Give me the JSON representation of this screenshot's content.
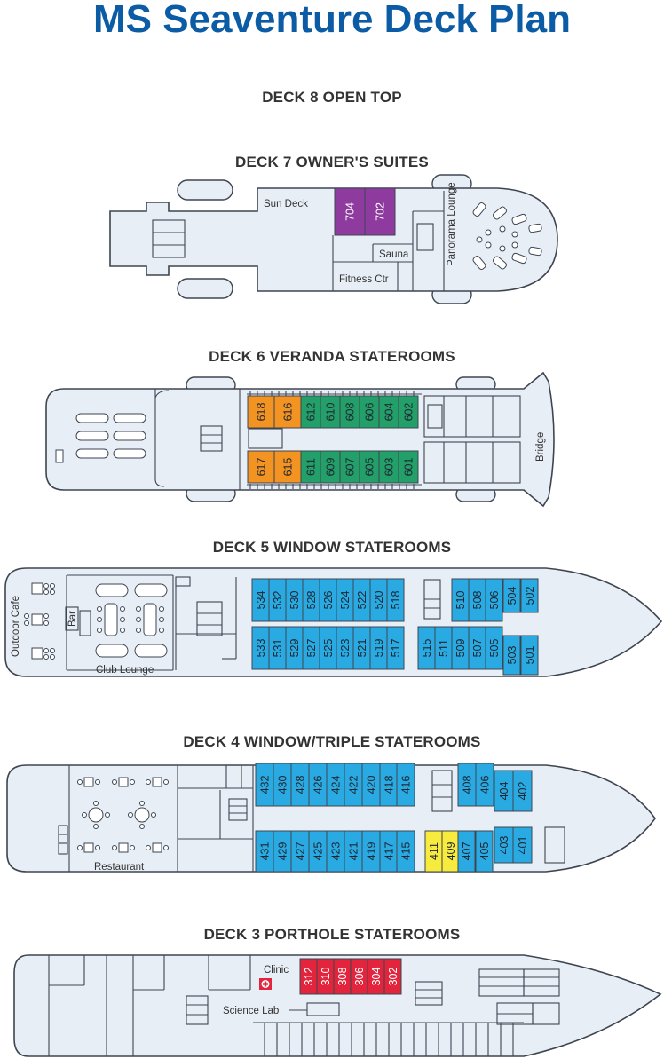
{
  "title": "MS Seaventure Deck Plan",
  "colors": {
    "title": "#0b5ca5",
    "hull_fill": "#e8eef6",
    "outline": "#3e4551",
    "label": "#333333",
    "purple": "#8e3a9e",
    "orange": "#f39422",
    "green": "#23a06a",
    "blue": "#2aaae2",
    "yellow": "#f7ec3d",
    "red": "#e2253c"
  },
  "decks": [
    {
      "id": "deck8",
      "title": "DECK 8 OPEN TOP"
    },
    {
      "id": "deck7",
      "title": "DECK 7 OWNER'S SUITES",
      "labels": [
        "Sun Deck",
        "Sauna",
        "Fitness Ctr",
        "Panorama Lounge"
      ],
      "cabins": [
        "704",
        "702"
      ]
    },
    {
      "id": "deck6",
      "title": "DECK 6 VERANDA STATEROOMS",
      "labels": [
        "Bridge"
      ],
      "cabins_top": [
        "618",
        "616",
        "612",
        "610",
        "608",
        "606",
        "604",
        "602"
      ],
      "cabins_bottom": [
        "617",
        "615",
        "611",
        "609",
        "607",
        "605",
        "603",
        "601"
      ]
    },
    {
      "id": "deck5",
      "title": "DECK 5 WINDOW STATEROOMS",
      "labels": [
        "Outdoor Cafe",
        "Bar",
        "Club Lounge"
      ],
      "cabins_top": [
        "534",
        "532",
        "530",
        "528",
        "526",
        "524",
        "522",
        "520",
        "518",
        "510",
        "508",
        "506",
        "504",
        "502"
      ],
      "cabins_bottom": [
        "533",
        "531",
        "529",
        "527",
        "525",
        "523",
        "521",
        "519",
        "517",
        "515",
        "511",
        "509",
        "507",
        "505",
        "503",
        "501"
      ]
    },
    {
      "id": "deck4",
      "title": "DECK 4 WINDOW/TRIPLE STATEROOMS",
      "labels": [
        "Restaurant"
      ],
      "cabins_top": [
        "432",
        "430",
        "428",
        "426",
        "424",
        "422",
        "420",
        "418",
        "416",
        "408",
        "406",
        "404",
        "402"
      ],
      "cabins_bottom": [
        "431",
        "429",
        "427",
        "425",
        "423",
        "421",
        "419",
        "417",
        "415",
        "411",
        "409",
        "407",
        "405",
        "403",
        "401"
      ]
    },
    {
      "id": "deck3",
      "title": "DECK 3 PORTHOLE STATEROOMS",
      "labels": [
        "Clinic",
        "Science Lab"
      ],
      "cabins": [
        "312",
        "310",
        "308",
        "306",
        "304",
        "302"
      ]
    }
  ]
}
